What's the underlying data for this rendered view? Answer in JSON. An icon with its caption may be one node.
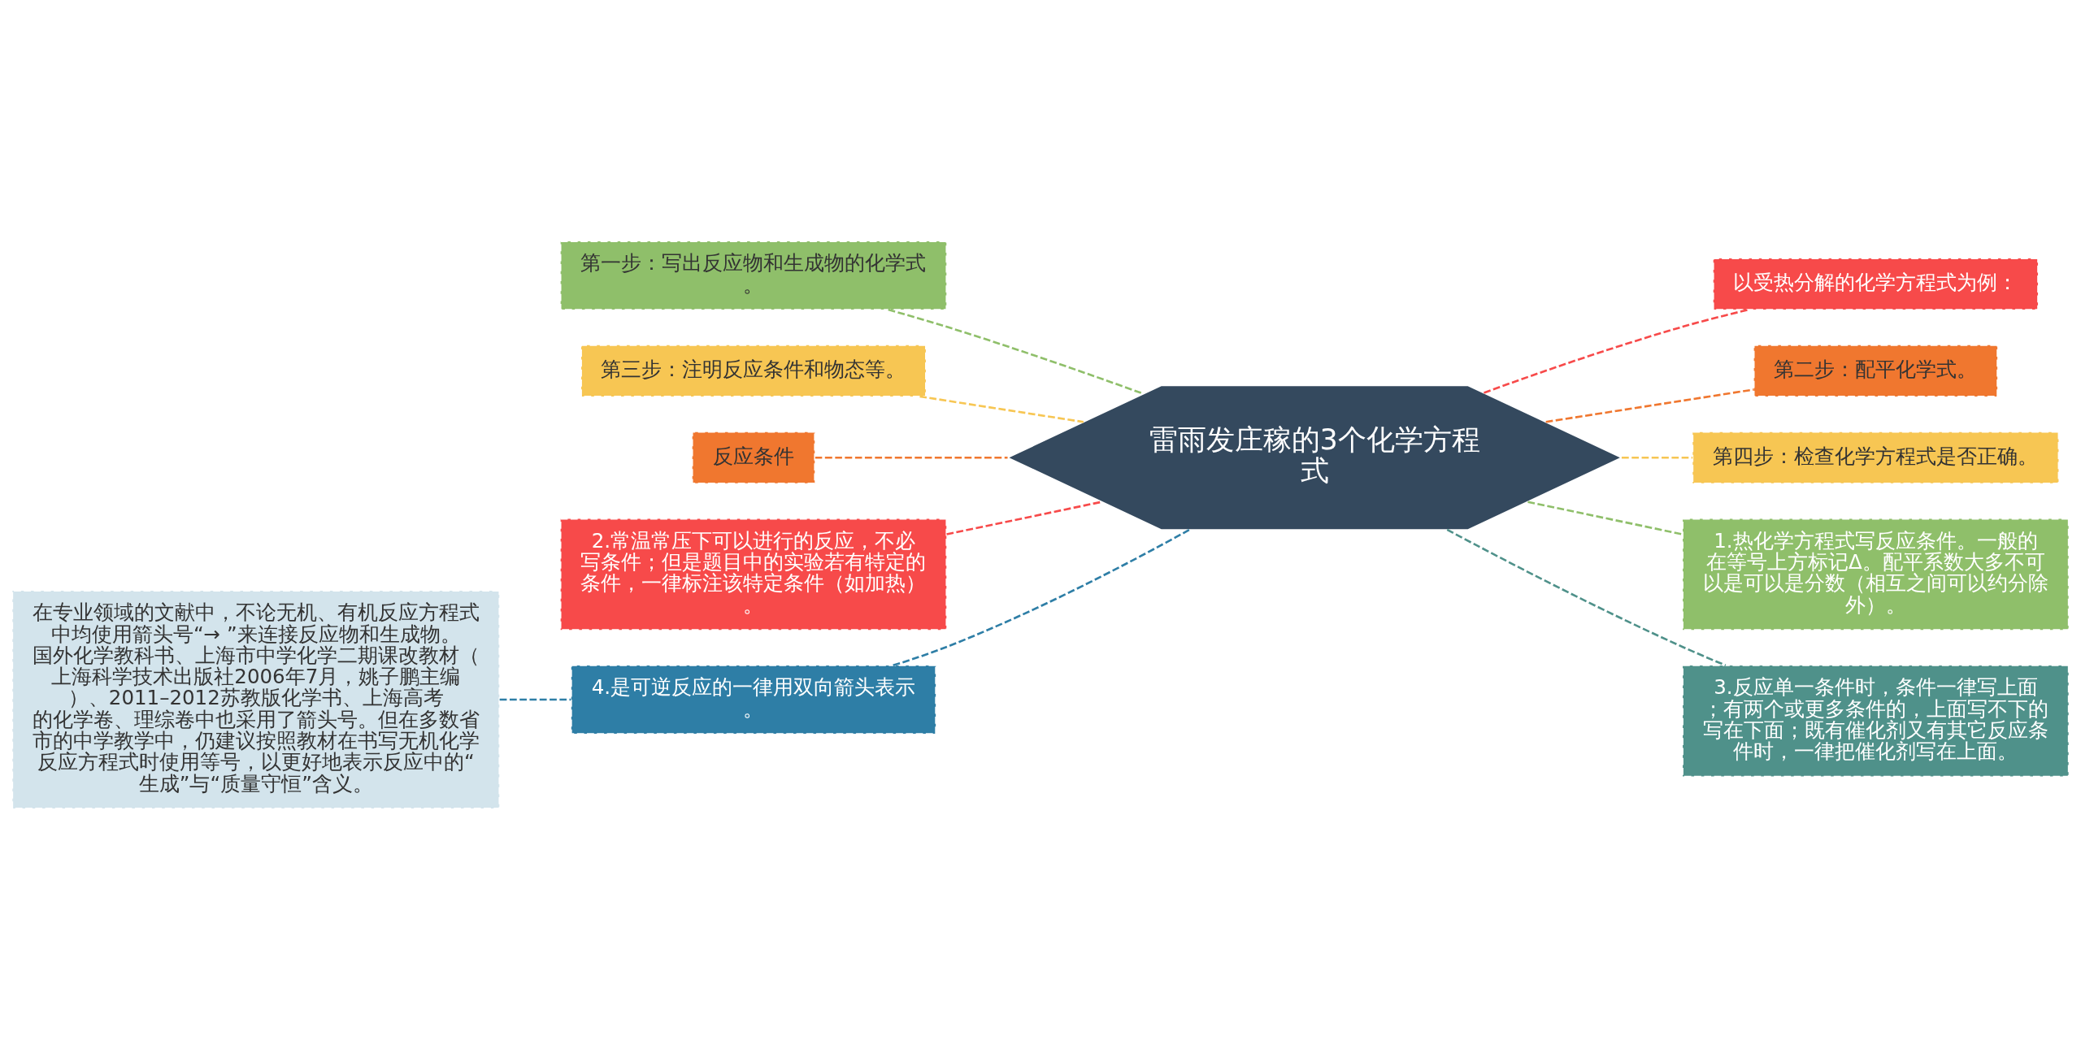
{
  "diagram": {
    "nodes": [
      {
        "text": [
          "雷雨发庄稼的3个化学方程式"
        ]
      },
      {
        "text": [
          "第一步：写出反应物和生成物的化学式。"
        ]
      },
      {
        "text": [
          "第三步：注明反应条件和物态等。"
        ]
      },
      {
        "text": [
          "反应条件"
        ]
      },
      {
        "text": [
          "2.常温常压下可以进行的反应，不必写条件；但是题目中的实验若有特定的条件，一律标注该特定条件（如加热）。"
        ]
      },
      {
        "text": [
          "4.是可逆反应的一律用双向箭头表示。"
        ]
      },
      {
        "text": [
          "在专业领域的文献中，不论无机、有机反应方程式中均使用箭头号“→ ”来连接反应物和生成物。国外化学教科书、上海市中学化学二期课改教材（上海科学技术出版社2006年7月，姚子鹏主编）、2011–2012苏教版化学书、上海高考的化学卷、理综卷中也采用了箭头号。但在多数省市的中学教学中，仍建议按照教材在书写无机化学反应方程式时使用等号，以更好地表示反应中的“生成”与“质量守恒”含义。"
        ]
      },
      {
        "text": [
          "以受热分解的化学方程式为例："
        ]
      },
      {
        "text": [
          "第二步：配平化学式。"
        ]
      },
      {
        "text": [
          "第四步：检查化学方程式是否正确。"
        ]
      },
      {
        "text": [
          "1.热化学方程式写反应条件。一般的在等号上方标记Δ。配平系数大多不可以是可以是分数（相互之间可以约分除外）。"
        ]
      },
      {
        "text": [
          "3.反应单一条件时，条件一律写上面；有两个或更多条件的，上面写不下的写在下面；既有催化剂又有其它反应条件时，一律把催化剂写在上面。"
        ]
      }
    ],
    "edges": [
      {
        "from": 0,
        "to": 1,
        "arrow": "none",
        "style": "dashed",
        "color": "#8fbf6a"
      },
      {
        "from": 0,
        "to": 2,
        "arrow": "none",
        "style": "dashed",
        "color": "#f7c653"
      },
      {
        "from": 0,
        "to": 3,
        "arrow": "none",
        "style": "dashed",
        "color": "#f0772f"
      },
      {
        "from": 0,
        "to": 4,
        "arrow": "none",
        "style": "dashed",
        "color": "#f74a4a"
      },
      {
        "from": 0,
        "to": 5,
        "arrow": "none",
        "style": "dashed",
        "color": "#2e7ea6"
      },
      {
        "from": 5,
        "to": 6,
        "arrow": "none",
        "style": "dashed",
        "color": "#2e7ea6"
      },
      {
        "from": 0,
        "to": 7,
        "arrow": "none",
        "style": "dashed",
        "color": "#f74a4a"
      },
      {
        "from": 0,
        "to": 8,
        "arrow": "none",
        "style": "dashed",
        "color": "#f0772f"
      },
      {
        "from": 0,
        "to": 9,
        "arrow": "none",
        "style": "dashed",
        "color": "#f7c653"
      },
      {
        "from": 0,
        "to": 10,
        "arrow": "none",
        "style": "dashed",
        "color": "#8fbf6a"
      },
      {
        "from": 0,
        "to": 11,
        "arrow": "none",
        "style": "dashed",
        "color": "#4f918a"
      }
    ]
  }
}
